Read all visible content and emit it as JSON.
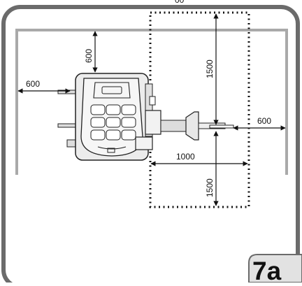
{
  "figure": {
    "label": "7a",
    "top_cut_text": "00"
  },
  "dimensions": {
    "left_clearance": "600",
    "top_clearance": "600",
    "upper_vertical": "1500",
    "lower_vertical": "1500",
    "right_clearance": "600",
    "horizontal_span": "1000"
  },
  "colors": {
    "frame": "#6b6b6b",
    "wall": "#a9a9a9",
    "zone_dots": "#111111",
    "machine_fill": "#ececec",
    "machine_stroke": "#222222",
    "label_box": "#e2e2e2"
  }
}
